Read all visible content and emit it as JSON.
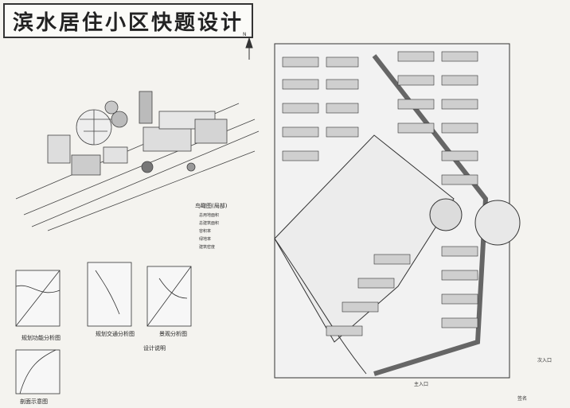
{
  "title": "滨水居住小区快题设计",
  "perspective_label": "鸟瞰图(局部)",
  "stats": [
    "总用地面积",
    "总建筑面积",
    "容积率",
    "绿地率",
    "建筑密度"
  ],
  "diagrams": [
    {
      "caption": "规划功能分析图"
    },
    {
      "caption": "规划交通分析图"
    },
    {
      "caption": "景观分析图"
    }
  ],
  "section_caption": "剖面示意图",
  "design_note_title": "设计说明",
  "labels": {
    "north": "N",
    "main_entry": "主入口",
    "secondary_entry": "次入口",
    "signature": "签名"
  }
}
